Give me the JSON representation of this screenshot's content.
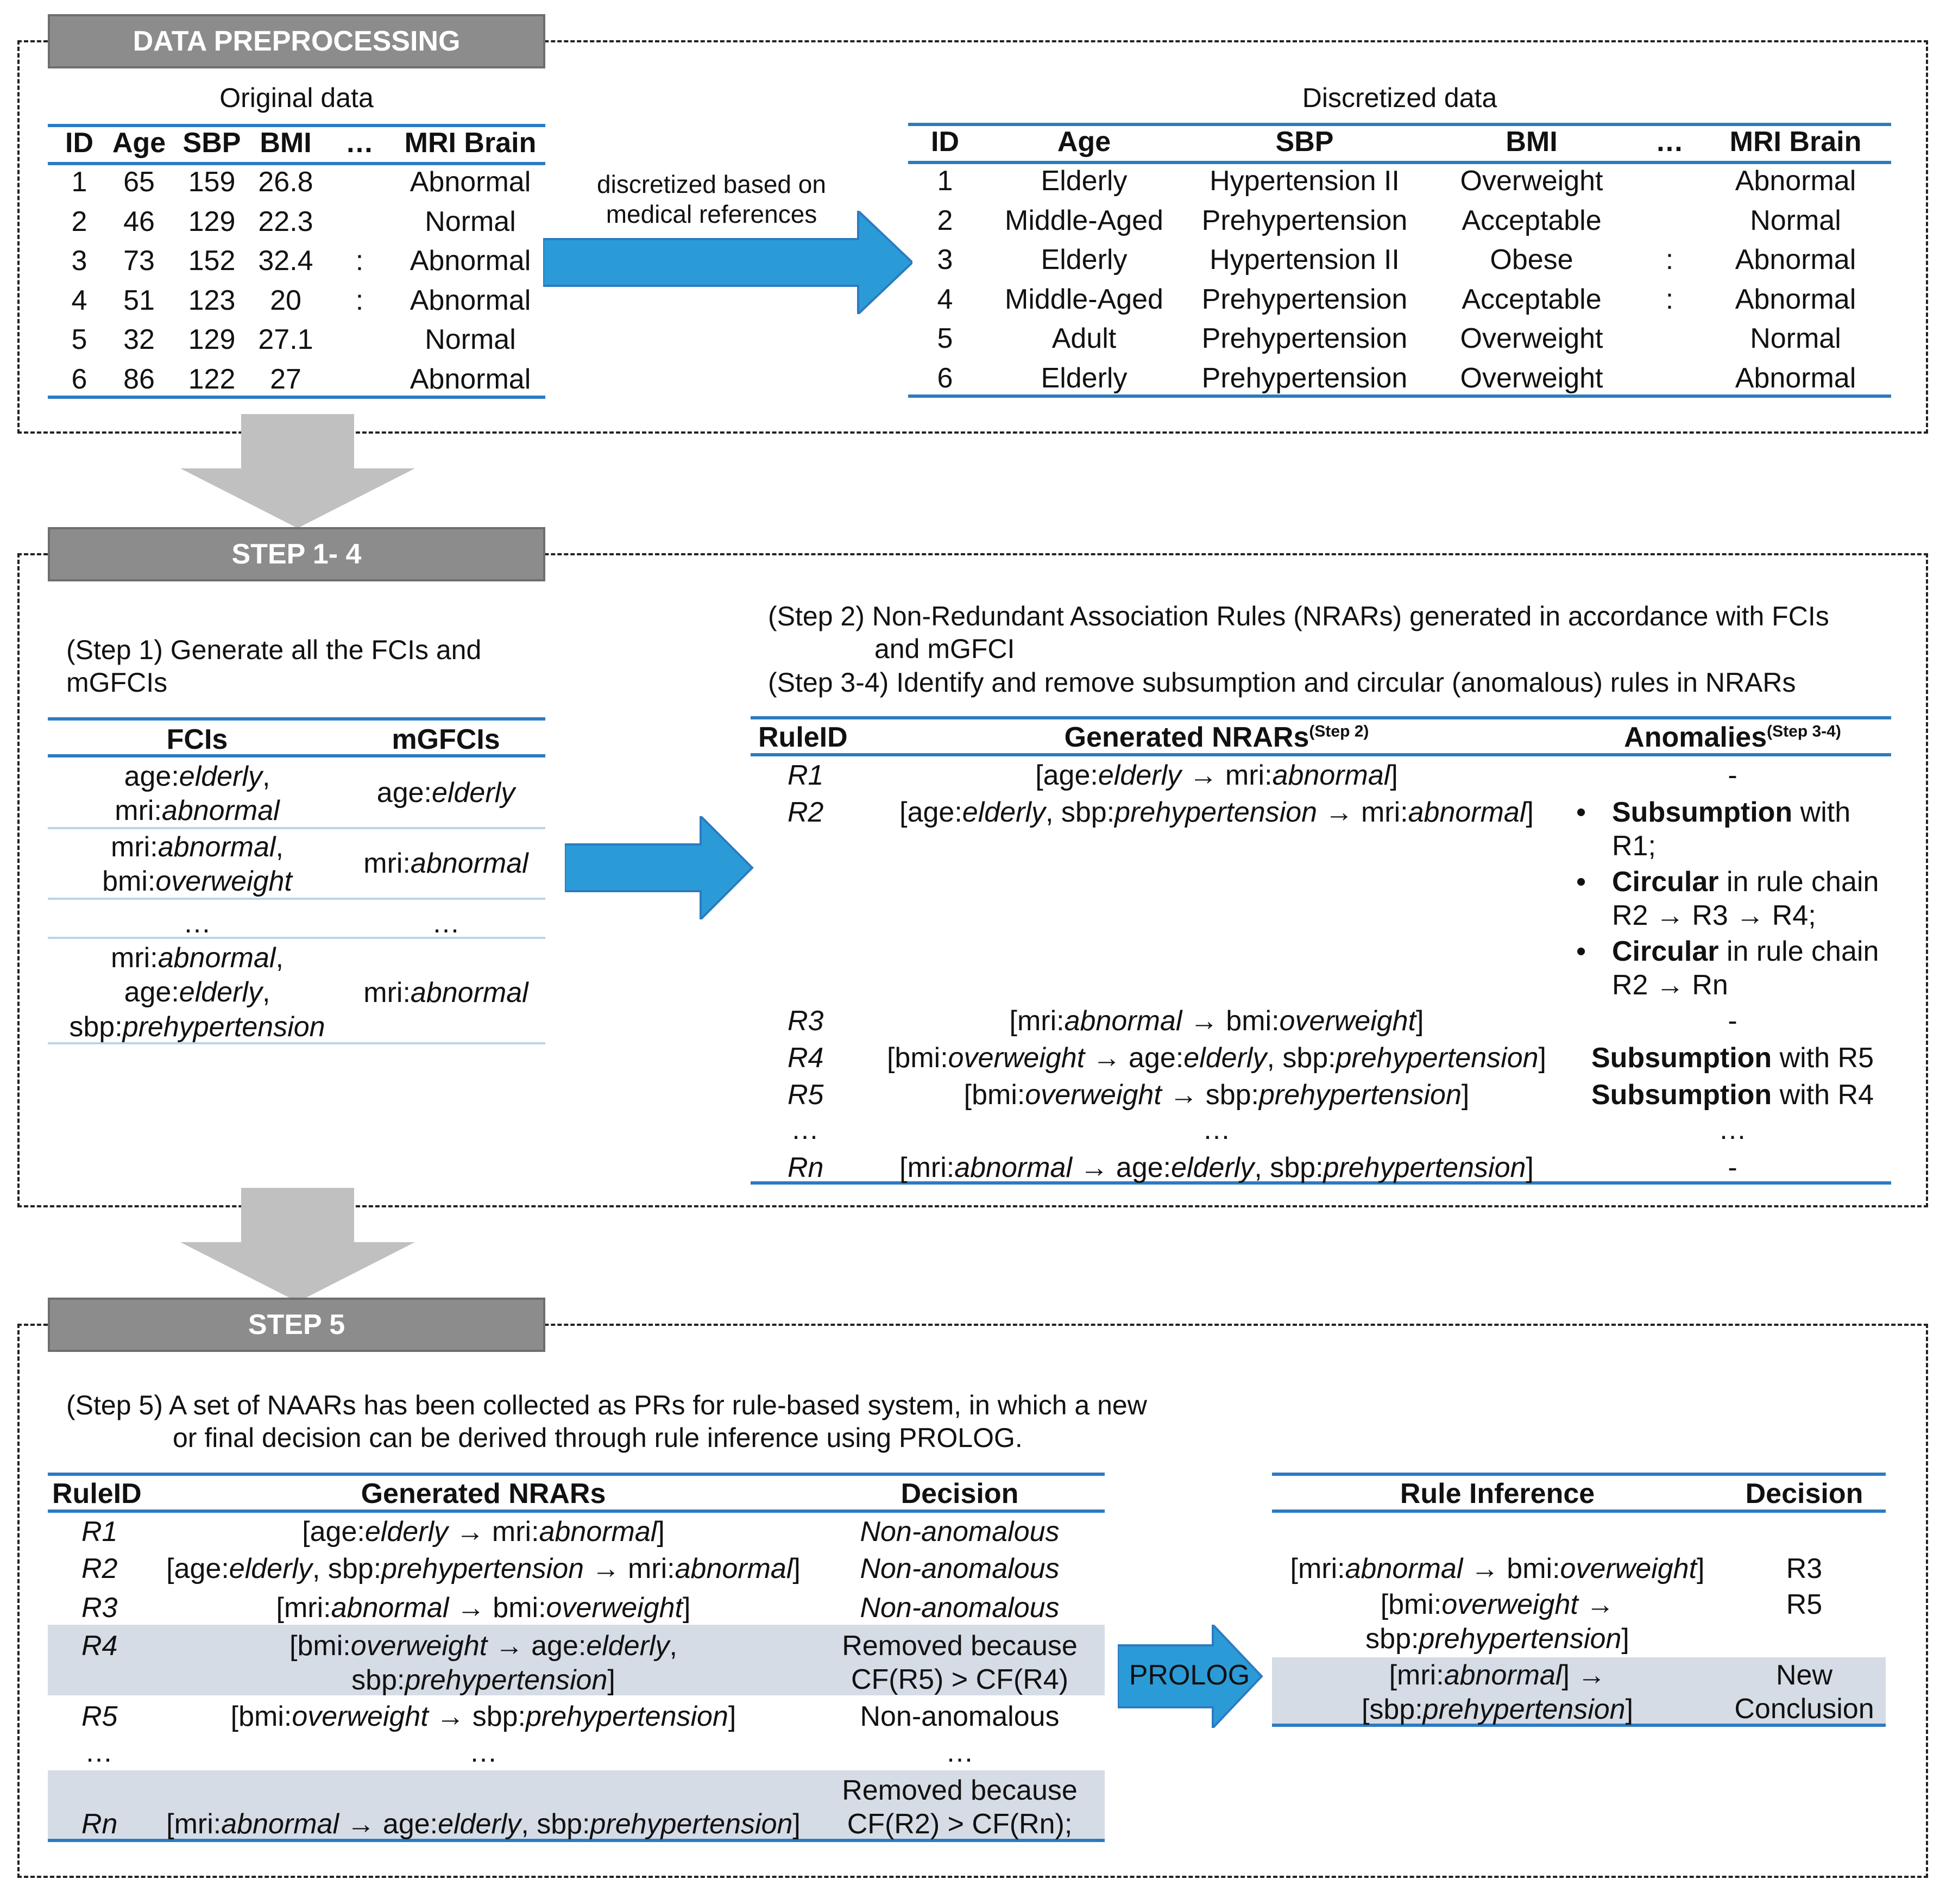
{
  "colors": {
    "accent_blue": "#2b7bc1",
    "header_gray": "#8c8c8c",
    "arrow_gray": "#c0c0c0",
    "band": "#d6dce6"
  },
  "sections": {
    "preprocessing": {
      "header": "DATA PREPROCESSING",
      "original": {
        "title": "Original data",
        "columns": [
          "ID",
          "Age",
          "SBP",
          "BMI",
          "…",
          "MRI Brain"
        ],
        "rows": [
          [
            "1",
            "65",
            "159",
            "26.8",
            "",
            "Abnormal"
          ],
          [
            "2",
            "46",
            "129",
            "22.3",
            "",
            "Normal"
          ],
          [
            "3",
            "73",
            "152",
            "32.4",
            ":",
            "Abnormal"
          ],
          [
            "4",
            "51",
            "123",
            "20",
            ":",
            "Abnormal"
          ],
          [
            "5",
            "32",
            "129",
            "27.1",
            "",
            "Normal"
          ],
          [
            "6",
            "86",
            "122",
            "27",
            "",
            "Abnormal"
          ]
        ]
      },
      "arrow_label": "discretized based on medical references",
      "discretized": {
        "title": "Discretized data",
        "columns": [
          "ID",
          "Age",
          "SBP",
          "BMI",
          "…",
          "MRI Brain"
        ],
        "rows": [
          [
            "1",
            "Elderly",
            "Hypertension II",
            "Overweight",
            "",
            "Abnormal"
          ],
          [
            "2",
            "Middle-Aged",
            "Prehypertension",
            "Acceptable",
            "",
            "Normal"
          ],
          [
            "3",
            "Elderly",
            "Hypertension II",
            "Obese",
            ":",
            "Abnormal"
          ],
          [
            "4",
            "Middle-Aged",
            "Prehypertension",
            "Acceptable",
            ":",
            "Abnormal"
          ],
          [
            "5",
            "Adult",
            "Prehypertension",
            "Overweight",
            "",
            "Normal"
          ],
          [
            "6",
            "Elderly",
            "Prehypertension",
            "Overweight",
            "",
            "Abnormal"
          ]
        ]
      }
    },
    "step14": {
      "header": "STEP 1- 4",
      "step1_text": "(Step 1) Generate all  the FCIs and mGFCIs",
      "fci_columns": [
        "FCIs",
        "mGFCIs"
      ],
      "fci_ellipsis": "…",
      "step2_text_a": "(Step 2) Non-Redundant  Association Rules  (NRARs) generated  in accordance with FCIs",
      "step2_text_b": "and mGFCI",
      "step34_text": "(Step 3-4) Identify and remove subsumption and circular (anomalous) rules in NRARs",
      "rule_columns": {
        "id": "RuleID",
        "nrars": "Generated NRARs",
        "nrars_sup": "(Step 2)",
        "anomalies": "Anomalies",
        "anomalies_sup": "(Step 3-4)"
      },
      "rule_ids": [
        "R1",
        "R2",
        "R3",
        "R4",
        "R5",
        "…",
        "Rn"
      ],
      "anomaly_simple": {
        "r1": "-",
        "r3": "-",
        "dots": "…",
        "rn": "-"
      },
      "r2_anomalies": [
        {
          "bold": "Subsumption",
          "rest": " with",
          "line2": "R1;"
        },
        {
          "bold": "Circular",
          "rest": " in rule chain",
          "line2": "R2 → R3 → R4;"
        },
        {
          "bold": "Circular",
          "rest": " in rule chain",
          "line2": "R2 → Rn"
        }
      ],
      "r4_anomaly": {
        "bold": "Subsumption",
        "rest": " with  R5"
      },
      "r5_anomaly": {
        "bold": "Subsumption",
        "rest": " with  R4"
      },
      "rule_dots": "…"
    },
    "step5": {
      "header": "STEP 5",
      "text_a": "(Step 5) A set of NAARs has been collected as PRs for rule-based  system,  in which  a new",
      "text_b": "or final decision can be derived through rule inference using PROLOG.",
      "columns": [
        "RuleID",
        "Generated NRARs",
        "Decision"
      ],
      "rule_ids": [
        "R1",
        "R2",
        "R3",
        "R4",
        "R5",
        "…",
        "Rn"
      ],
      "decisions": [
        "Non-anomalous",
        "Non-anomalous",
        "Non-anomalous"
      ],
      "r4_decision": [
        "Removed because",
        "CF(R5) > CF(R4)"
      ],
      "r5_decision": "Non-anomalous",
      "dots": "…",
      "rn_decision": [
        "Removed because",
        "CF(R2) > CF(Rn);"
      ],
      "prolog_label": "PROLOG",
      "inference_columns": [
        "Rule Inference",
        "Decision"
      ],
      "inference_decisions": [
        "R3",
        "R5"
      ],
      "new_conclusion": [
        "New",
        "Conclusion"
      ]
    }
  }
}
